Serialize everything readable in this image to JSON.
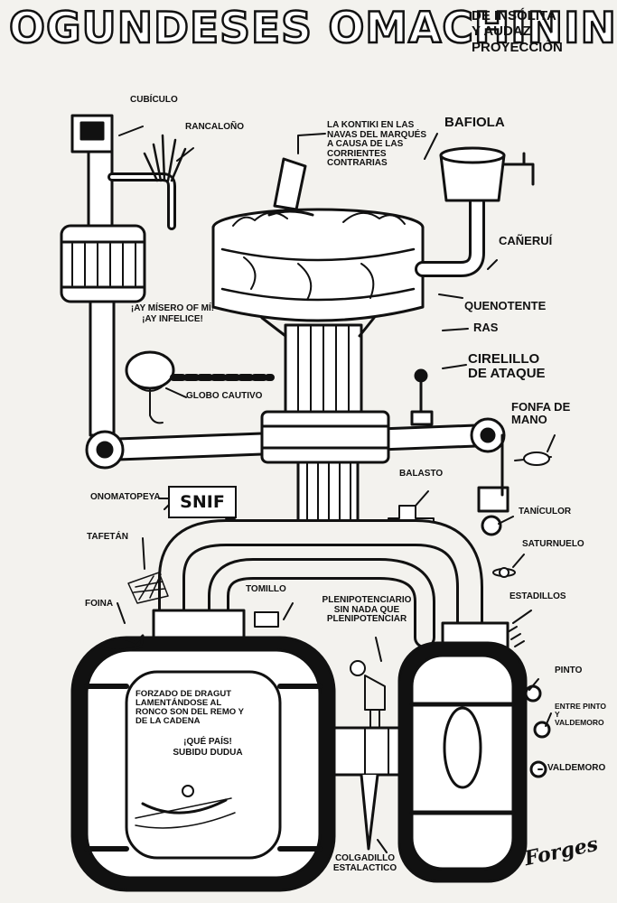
{
  "title": {
    "main": "OGUNDESES OMACHININ",
    "sub": [
      "DE INSÓLITA",
      "Y AUDAZ",
      "PROYECCIÓN"
    ]
  },
  "labels": {
    "cubiculo": "CUBÍCULO",
    "rancalono": "RANCALOÑO",
    "kontiki": "LA KONTIKI EN LAS NAVAS DEL MARQUÉS A CAUSA DE LAS CORRIENTES CONTRARIAS",
    "bafiola": "BAFIOLA",
    "caneruí": "CAÑERUÍ",
    "quenotente": "QUENOTENTE",
    "ras": "RAS",
    "cirelillo": "CIRELILLO DE ATAQUE",
    "fonfa": "FONFA DE MANO",
    "globo": "GLOBO CAUTIVO",
    "onomatopeya": "ONOMATOPEYA",
    "balasto": "BALASTO",
    "taniculor": "TANÍCULOR",
    "saturnuelo": "SATURNUELO",
    "tafetan": "TAFETÁN",
    "tomillo": "TOMILLO",
    "plenipotenciario": "PLENIPOTENCIARIO SIN NADA QUE PLENIPOTENCIAR",
    "estadillos": "ESTADILLOS",
    "foina": "FOINA",
    "forzado": "FORZADO DE DRAGUT LAMENTÁNDOSE AL RONCO SON DEL REMO Y DE LA CADENA",
    "pinto": "PINTO",
    "entre": "ENTRE PINTO Y VALDEMORO",
    "valdemoro": "VALDEMORO",
    "colgadillo": "COLGADILLO ESTALACTICO"
  },
  "bubbles": {
    "ay": "¡AY MÍSERO OF MÍ! ¡AY INFELICE!",
    "quepais": "¡QUÉ PAÍS! SUBIDU DUDUA"
  },
  "sign": {
    "snif": "SNIF"
  },
  "signature": "Forges"
}
